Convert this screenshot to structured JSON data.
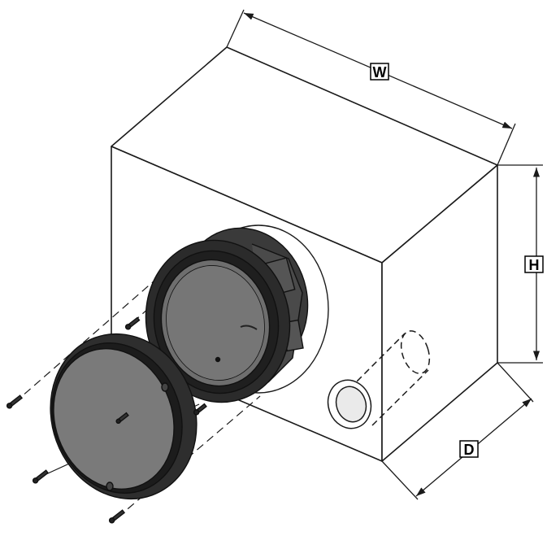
{
  "dimensions": {
    "width_label": "W",
    "height_label": "H",
    "depth_label": "D"
  },
  "colors": {
    "line": "#1a1a1a",
    "speaker_dark": "#2b2b2b",
    "cone": "#6e6e6e",
    "grille_face": "#7a7a7a",
    "port_fill": "#e6e6e6"
  },
  "parts": [
    "enclosure-box",
    "speaker-driver",
    "speaker-grille",
    "port-tube",
    "mounting-screws"
  ]
}
